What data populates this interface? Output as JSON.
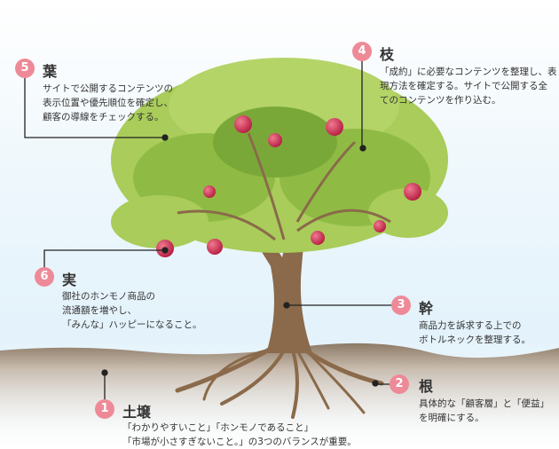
{
  "items": [
    {
      "number": "1",
      "title": "土壌",
      "desc": "「わかりやすいこと」「ホンモノであること」\n「市場が小さすぎないこと。」の3つのバランスが重要。"
    },
    {
      "number": "2",
      "title": "根",
      "desc": "具体的な「顧客層」と「便益」\nを明確にする。"
    },
    {
      "number": "3",
      "title": "幹",
      "desc": "商品力を訴求する上での\nボトルネックを整理する。"
    },
    {
      "number": "4",
      "title": "枝",
      "desc": "「成約」に必要なコンテンツを整理し、表\n現方法を確定する。サイトで公開する全\nてのコンテンツを作り込む。"
    },
    {
      "number": "5",
      "title": "葉",
      "desc": "サイトで公開するコンテンツの\n表示位置や優先順位を確定し、\n顧客の導線をチェックする。"
    },
    {
      "number": "6",
      "title": "実",
      "desc": "御社のホンモノ商品の\n流通額を増やし、\n「みんな」ハッピーになること。"
    }
  ],
  "colors": {
    "badge": "#ee8a98",
    "leaf_light": "#a9cc5a",
    "leaf_dark": "#6e9e2e",
    "trunk": "#8a6a4a",
    "fruit": "#c8264a"
  }
}
